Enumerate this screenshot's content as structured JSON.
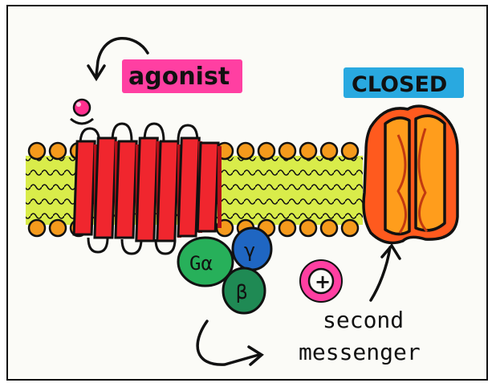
{
  "labels": {
    "agonist": "agonist",
    "closed": "CLOSED",
    "second_line1": "second",
    "second_line2": "messenger",
    "g_alpha": "Gα",
    "g_beta": "β",
    "g_gamma": "γ",
    "plus": "+"
  },
  "colors": {
    "agonist_highlight": "#ff3fa2",
    "closed_highlight": "#29a9e0",
    "lipid_tail": "#d9ec4a",
    "lipid_head": "#f59a1c",
    "gpcr_helix": "#f0262e",
    "gpcr_helix_dark": "#b50f18",
    "channel_outer": "#ff5a1e",
    "channel_inner": "#ff9d1c",
    "g_alpha": "#27b05a",
    "g_beta": "#1f8a54",
    "g_gamma": "#1f66c2",
    "second_messenger_ring": "#ff3fa2",
    "ligand": "#ff2f8e",
    "ink": "#111111"
  },
  "icons": {
    "agonist_arrow": "curved-arrow-icon",
    "ligand": "ligand-dot-icon",
    "gprotein_arrow": "curved-arrow-icon",
    "messenger_arrow": "up-arrow-icon"
  }
}
